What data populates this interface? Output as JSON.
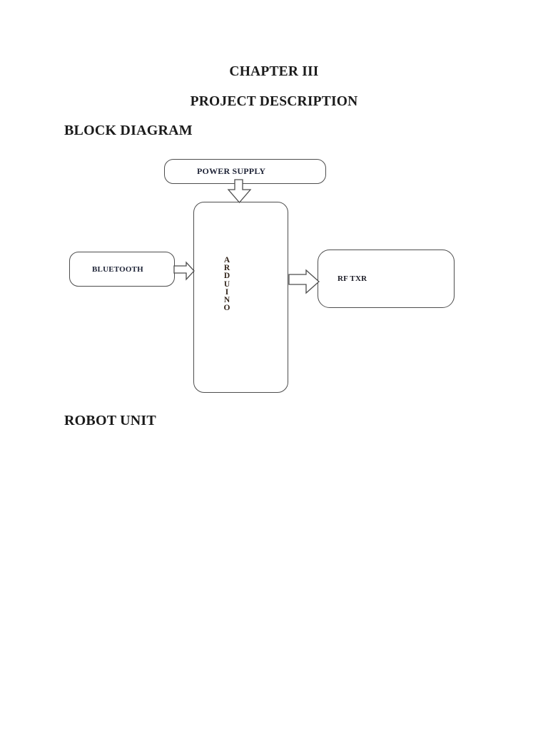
{
  "document": {
    "chapter_title": "CHAPTER III",
    "chapter_subtitle": "PROJECT DESCRIPTION",
    "section_block_diagram": "BLOCK DIAGRAM",
    "section_robot_unit": "ROBOT UNIT"
  },
  "diagram": {
    "blocks": {
      "power_supply": {
        "label": "POWER SUPPLY"
      },
      "bluetooth": {
        "label": "BLUETOOTH"
      },
      "arduino": {
        "label": "ARDUINO",
        "letters": [
          "A",
          "R",
          "D",
          "U",
          "I",
          "N",
          "O"
        ]
      },
      "rf_txr": {
        "label": "RF TXR"
      }
    },
    "connections": [
      {
        "from": "POWER SUPPLY",
        "to": "ARDUINO",
        "direction": "down",
        "style": "hollow-block-arrow"
      },
      {
        "from": "BLUETOOTH",
        "to": "ARDUINO",
        "direction": "right",
        "style": "hollow-block-arrow"
      },
      {
        "from": "ARDUINO",
        "to": "RF TXR",
        "direction": "right",
        "style": "hollow-block-arrow"
      }
    ],
    "colors": {
      "page_background": "#ffffff",
      "box_border": "#4d4d4d",
      "box_fill": "#ffffff",
      "heading_text": "#1b1b1b",
      "label_text": "#1e2336",
      "arduino_text": "#32241a",
      "rf_label_text": "#1c1c26"
    }
  }
}
